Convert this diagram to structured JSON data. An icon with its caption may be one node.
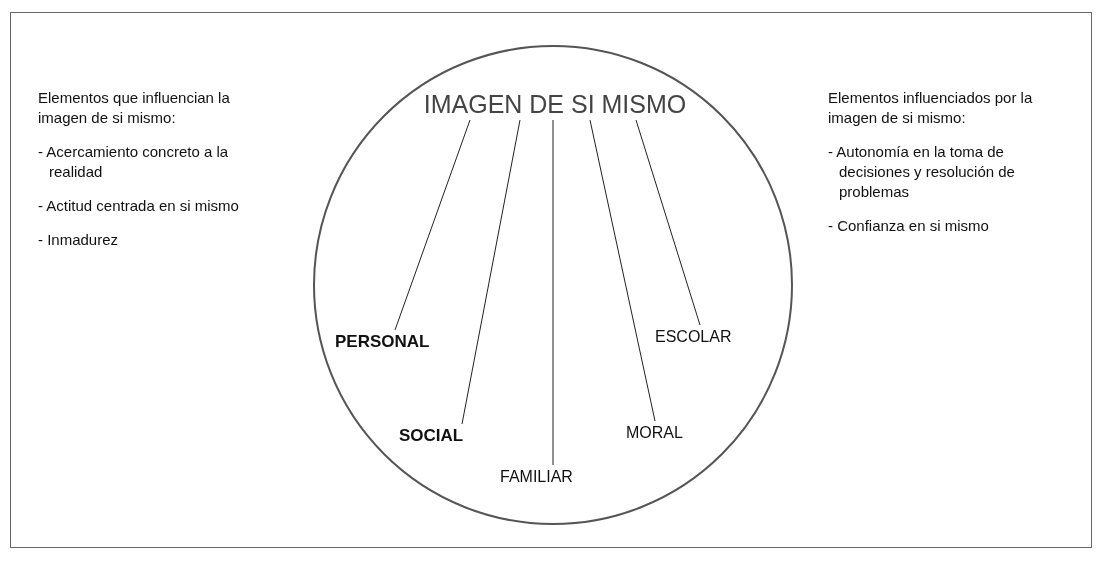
{
  "diagram": {
    "nodes": [
      {
        "text": [],
        "shape": "circle"
      },
      {
        "text": [
          "IMAGEN DE SI MISMO"
        ],
        "in": 0
      },
      {
        "text": [
          "PERSONAL"
        ],
        "in": 0
      },
      {
        "text": [
          "SOCIAL"
        ],
        "in": 0
      },
      {
        "text": [
          "FAMILIAR"
        ],
        "in": 0
      },
      {
        "text": [
          "MORAL"
        ],
        "in": 0
      },
      {
        "text": [
          "ESCOLAR"
        ],
        "in": 0
      }
    ],
    "edges": [
      {
        "from": 1,
        "to": 2,
        "arrow": "none"
      },
      {
        "from": 1,
        "to": 3,
        "arrow": "none"
      },
      {
        "from": 1,
        "to": 4,
        "arrow": "none"
      },
      {
        "from": 1,
        "to": 5,
        "arrow": "none"
      },
      {
        "from": 1,
        "to": 6,
        "arrow": "none"
      }
    ],
    "labels": [
      "Elementos que influencian la imagen de si mismo:",
      "- Acercamiento concreto a la realidad",
      "- Actitud centrada en si mismo",
      "- Inmadurez",
      "Elementos influenciados por la imagen de si mismo:",
      "- Autonomía en la toma de decisiones y resolución de problemas",
      "- Confianza en si mismo"
    ]
  }
}
